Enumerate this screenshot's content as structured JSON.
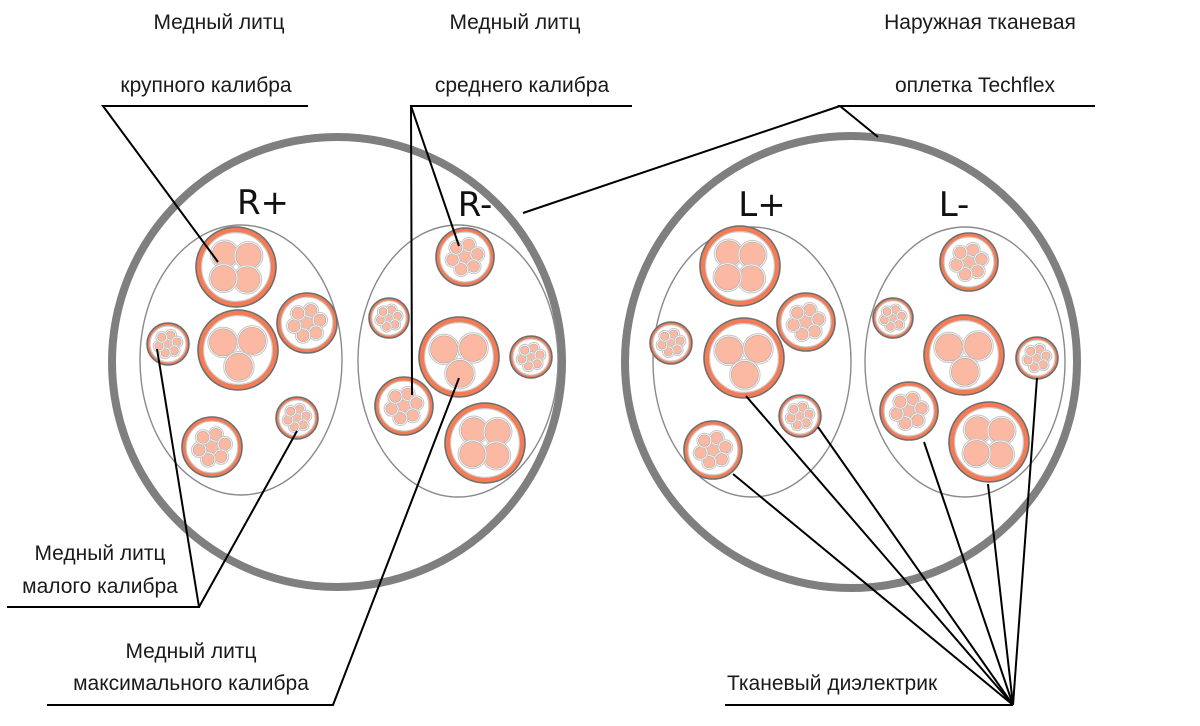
{
  "colors": {
    "braid": "#7f7f7f",
    "dielectric_outline": "#8a8a8a",
    "cable_jacket": "#f47b53",
    "cable_jacket_edge": "#6e6e6e",
    "strand_fill": "#fbb9a4",
    "strand_ring": "#c9c9c9"
  },
  "labels": {
    "large_gauge": [
      "Медный литц",
      "крупного калибра"
    ],
    "medium_gauge": [
      "Медный литц",
      "среднего калибра"
    ],
    "outer_braid": [
      "Наружная тканевая",
      "оплетка Techflex"
    ],
    "small_gauge": [
      "Медный литц",
      "малого калибра"
    ],
    "max_gauge": [
      "Медный литц",
      "максимального калибра"
    ],
    "dielectric": "Тканевый диэлектрик"
  },
  "cables": [
    {
      "name": "right-channel",
      "bundles": [
        {
          "polarity": "R+",
          "conductors": [
            "large-4",
            "large-3",
            "medium-7",
            "small-7",
            "medium-7",
            "small-7"
          ]
        },
        {
          "polarity": "R-",
          "conductors": [
            "medium-7",
            "small-7",
            "max-3",
            "small-7",
            "medium-7",
            "large-4"
          ]
        }
      ]
    },
    {
      "name": "left-channel",
      "bundles": [
        {
          "polarity": "L+",
          "conductors": [
            "large-4",
            "medium-7",
            "small-7",
            "large-3",
            "small-7",
            "medium-7"
          ]
        },
        {
          "polarity": "L-",
          "conductors": [
            "medium-7",
            "small-7",
            "max-3",
            "small-7",
            "medium-7",
            "large-4"
          ]
        }
      ]
    }
  ]
}
